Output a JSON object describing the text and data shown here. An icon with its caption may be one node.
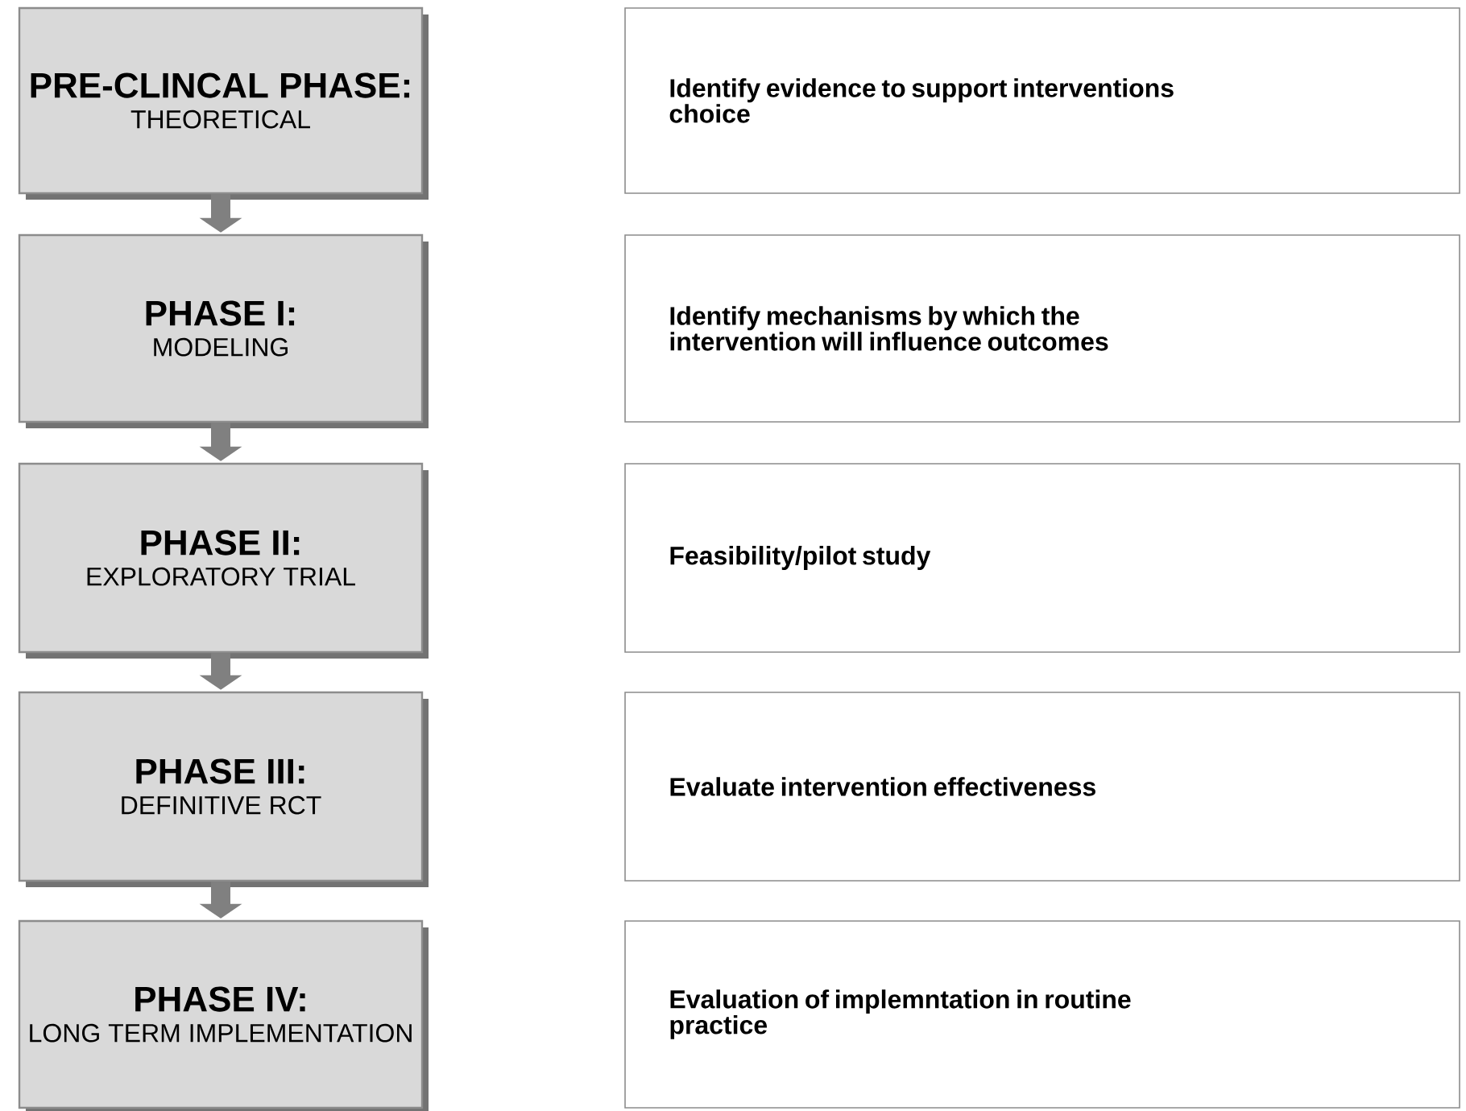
{
  "diagram": {
    "nodes": [
      {
        "text": [
          "PRE-CLINCAL PHASE:",
          "THEORETICAL"
        ]
      },
      {
        "text": [
          "Identify evidence to support interventions choice"
        ]
      },
      {
        "text": [
          "PHASE I:",
          "MODELING"
        ]
      },
      {
        "text": [
          "Identify mechanisms by which the intervention will influence outcomes"
        ]
      },
      {
        "text": [
          "PHASE II:",
          "EXPLORATORY TRIAL"
        ]
      },
      {
        "text": [
          "Feasibility/pilot study"
        ]
      },
      {
        "text": [
          "PHASE III:",
          "DEFINITIVE RCT"
        ]
      },
      {
        "text": [
          "Evaluate intervention effectiveness"
        ]
      },
      {
        "text": [
          "PHASE IV:",
          "LONG TERM IMPLEMENTATION"
        ]
      },
      {
        "text": [
          "Evaluation of implemntation in routine practice"
        ]
      }
    ],
    "edges": [
      {
        "from": 0,
        "to": 2,
        "arrow": "to"
      },
      {
        "from": 2,
        "to": 4,
        "arrow": "to"
      },
      {
        "from": 4,
        "to": 6,
        "arrow": "to"
      },
      {
        "from": 6,
        "to": 8,
        "arrow": "to"
      }
    ]
  }
}
